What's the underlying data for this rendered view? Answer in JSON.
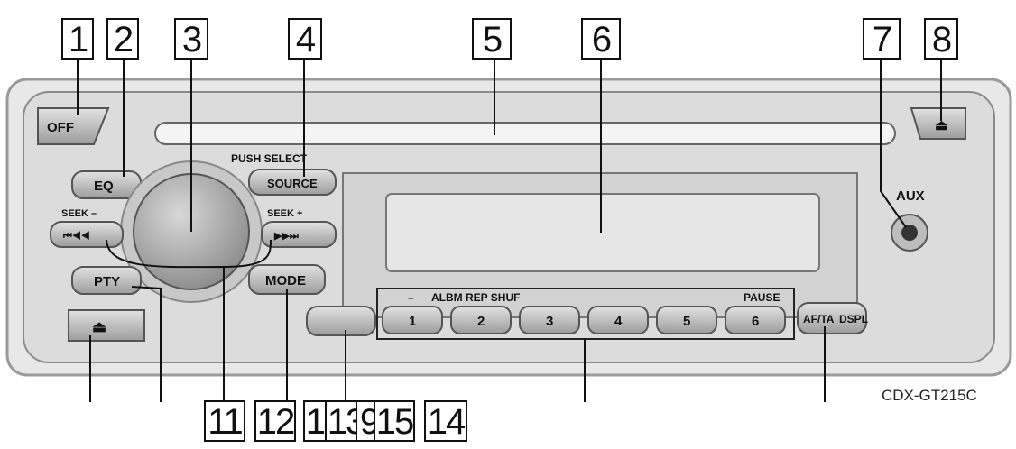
{
  "callouts": {
    "n1": "1",
    "n2": "2",
    "n3": "3",
    "n4": "4",
    "n5": "5",
    "n6": "6",
    "n7": "7",
    "n8": "8",
    "n11": "11",
    "n12": "12",
    "n10": "10",
    "n13": "13",
    "n9": "9",
    "n15": "15",
    "n14": "14"
  },
  "unit_labels": {
    "off": "OFF",
    "eq": "EQ",
    "push_select": "PUSH SELECT",
    "source": "SOURCE",
    "seek_minus": "SEEK –",
    "seek_plus": "SEEK +",
    "prev": "⏮◀◀",
    "next": "▶▶⏭",
    "pty": "PTY",
    "mode": "MODE",
    "aux": "AUX",
    "eject": "⏏",
    "preset_caption_minus": "–",
    "preset_caption_modes": "ALBM REP SHUF",
    "preset_caption_pause": "PAUSE",
    "presets": [
      "1",
      "2",
      "3",
      "4",
      "5",
      "6"
    ],
    "af_ta": "AF/TA",
    "dspl": "DSPL"
  },
  "model": "CDX-GT215C"
}
